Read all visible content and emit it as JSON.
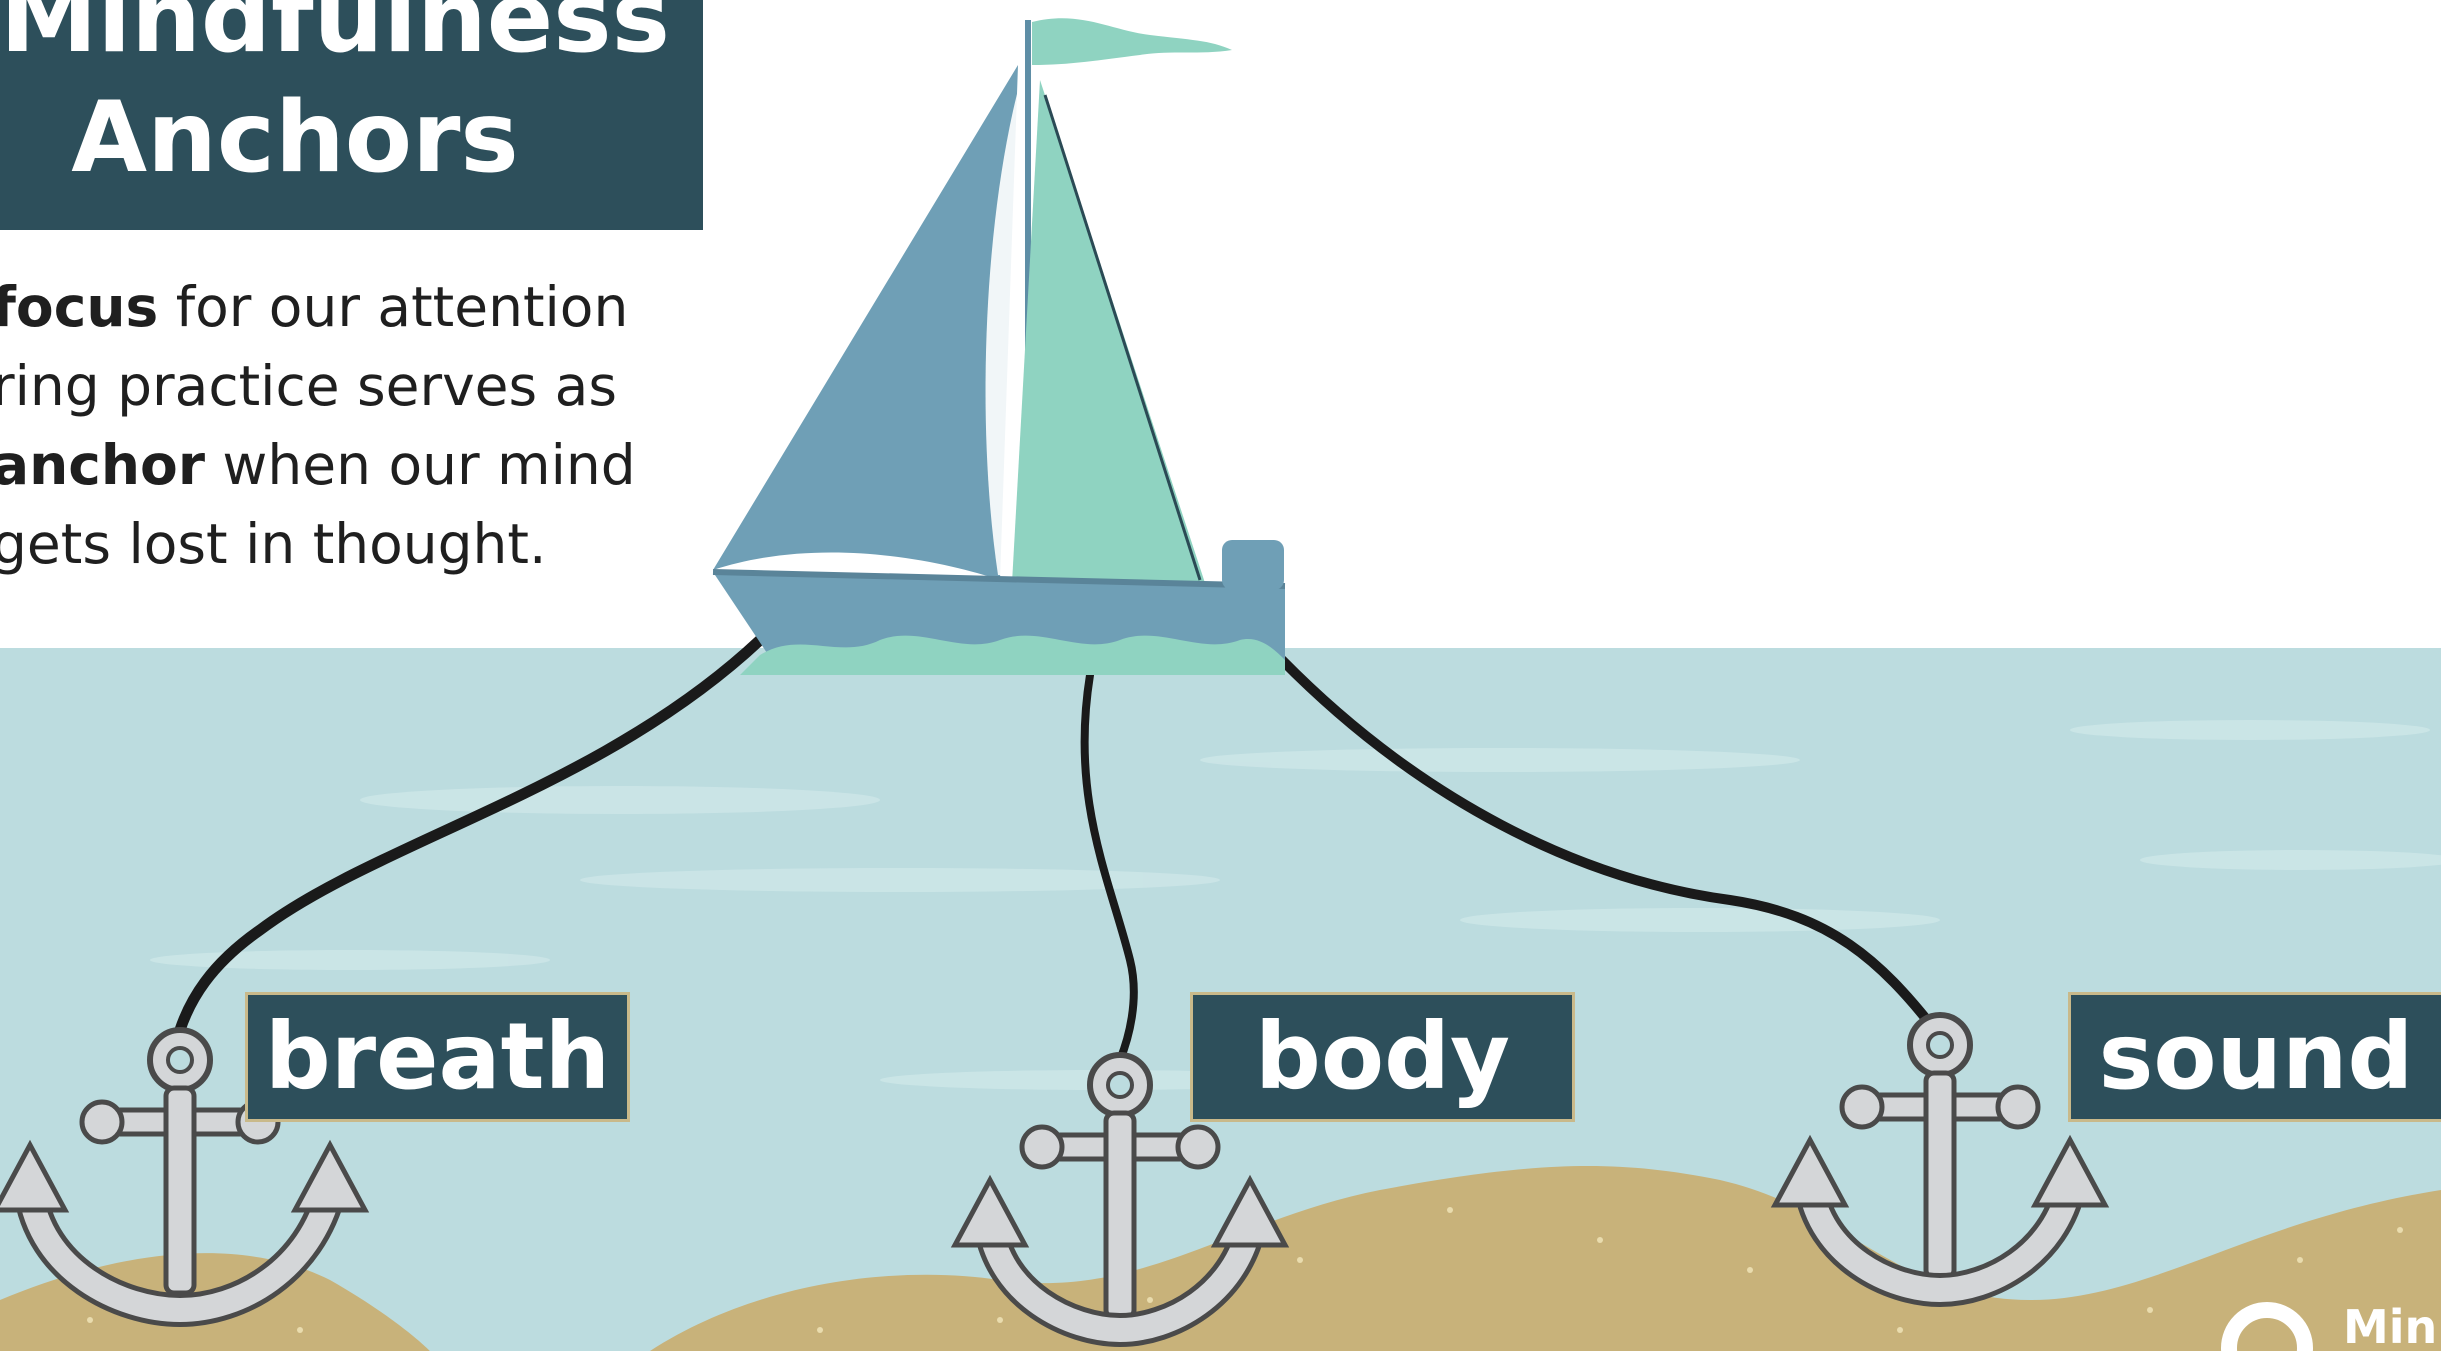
{
  "title": {
    "line1": "Mindfulness",
    "line2": "Anchors"
  },
  "description": {
    "line1_bold": "focus",
    "line1_rest": " for our attention",
    "line2": "ring practice serves as",
    "line3_bold": "anchor",
    "line3_rest": " when our mind",
    "line4": "gets lost in thought."
  },
  "anchors": [
    {
      "label": "breath"
    },
    {
      "label": "body"
    },
    {
      "label": "sound"
    }
  ],
  "logo": {
    "text": "Min"
  },
  "colors": {
    "title_bg": "#2d4f5b",
    "sea": "#bcdcdf",
    "sand": "#c8b27a",
    "sail_left": "#6f9fb6",
    "sail_right": "#8fd3c1",
    "hull": "#6f9fb6",
    "anchor": "#c9cbcd",
    "rope": "#1a1a1a"
  }
}
